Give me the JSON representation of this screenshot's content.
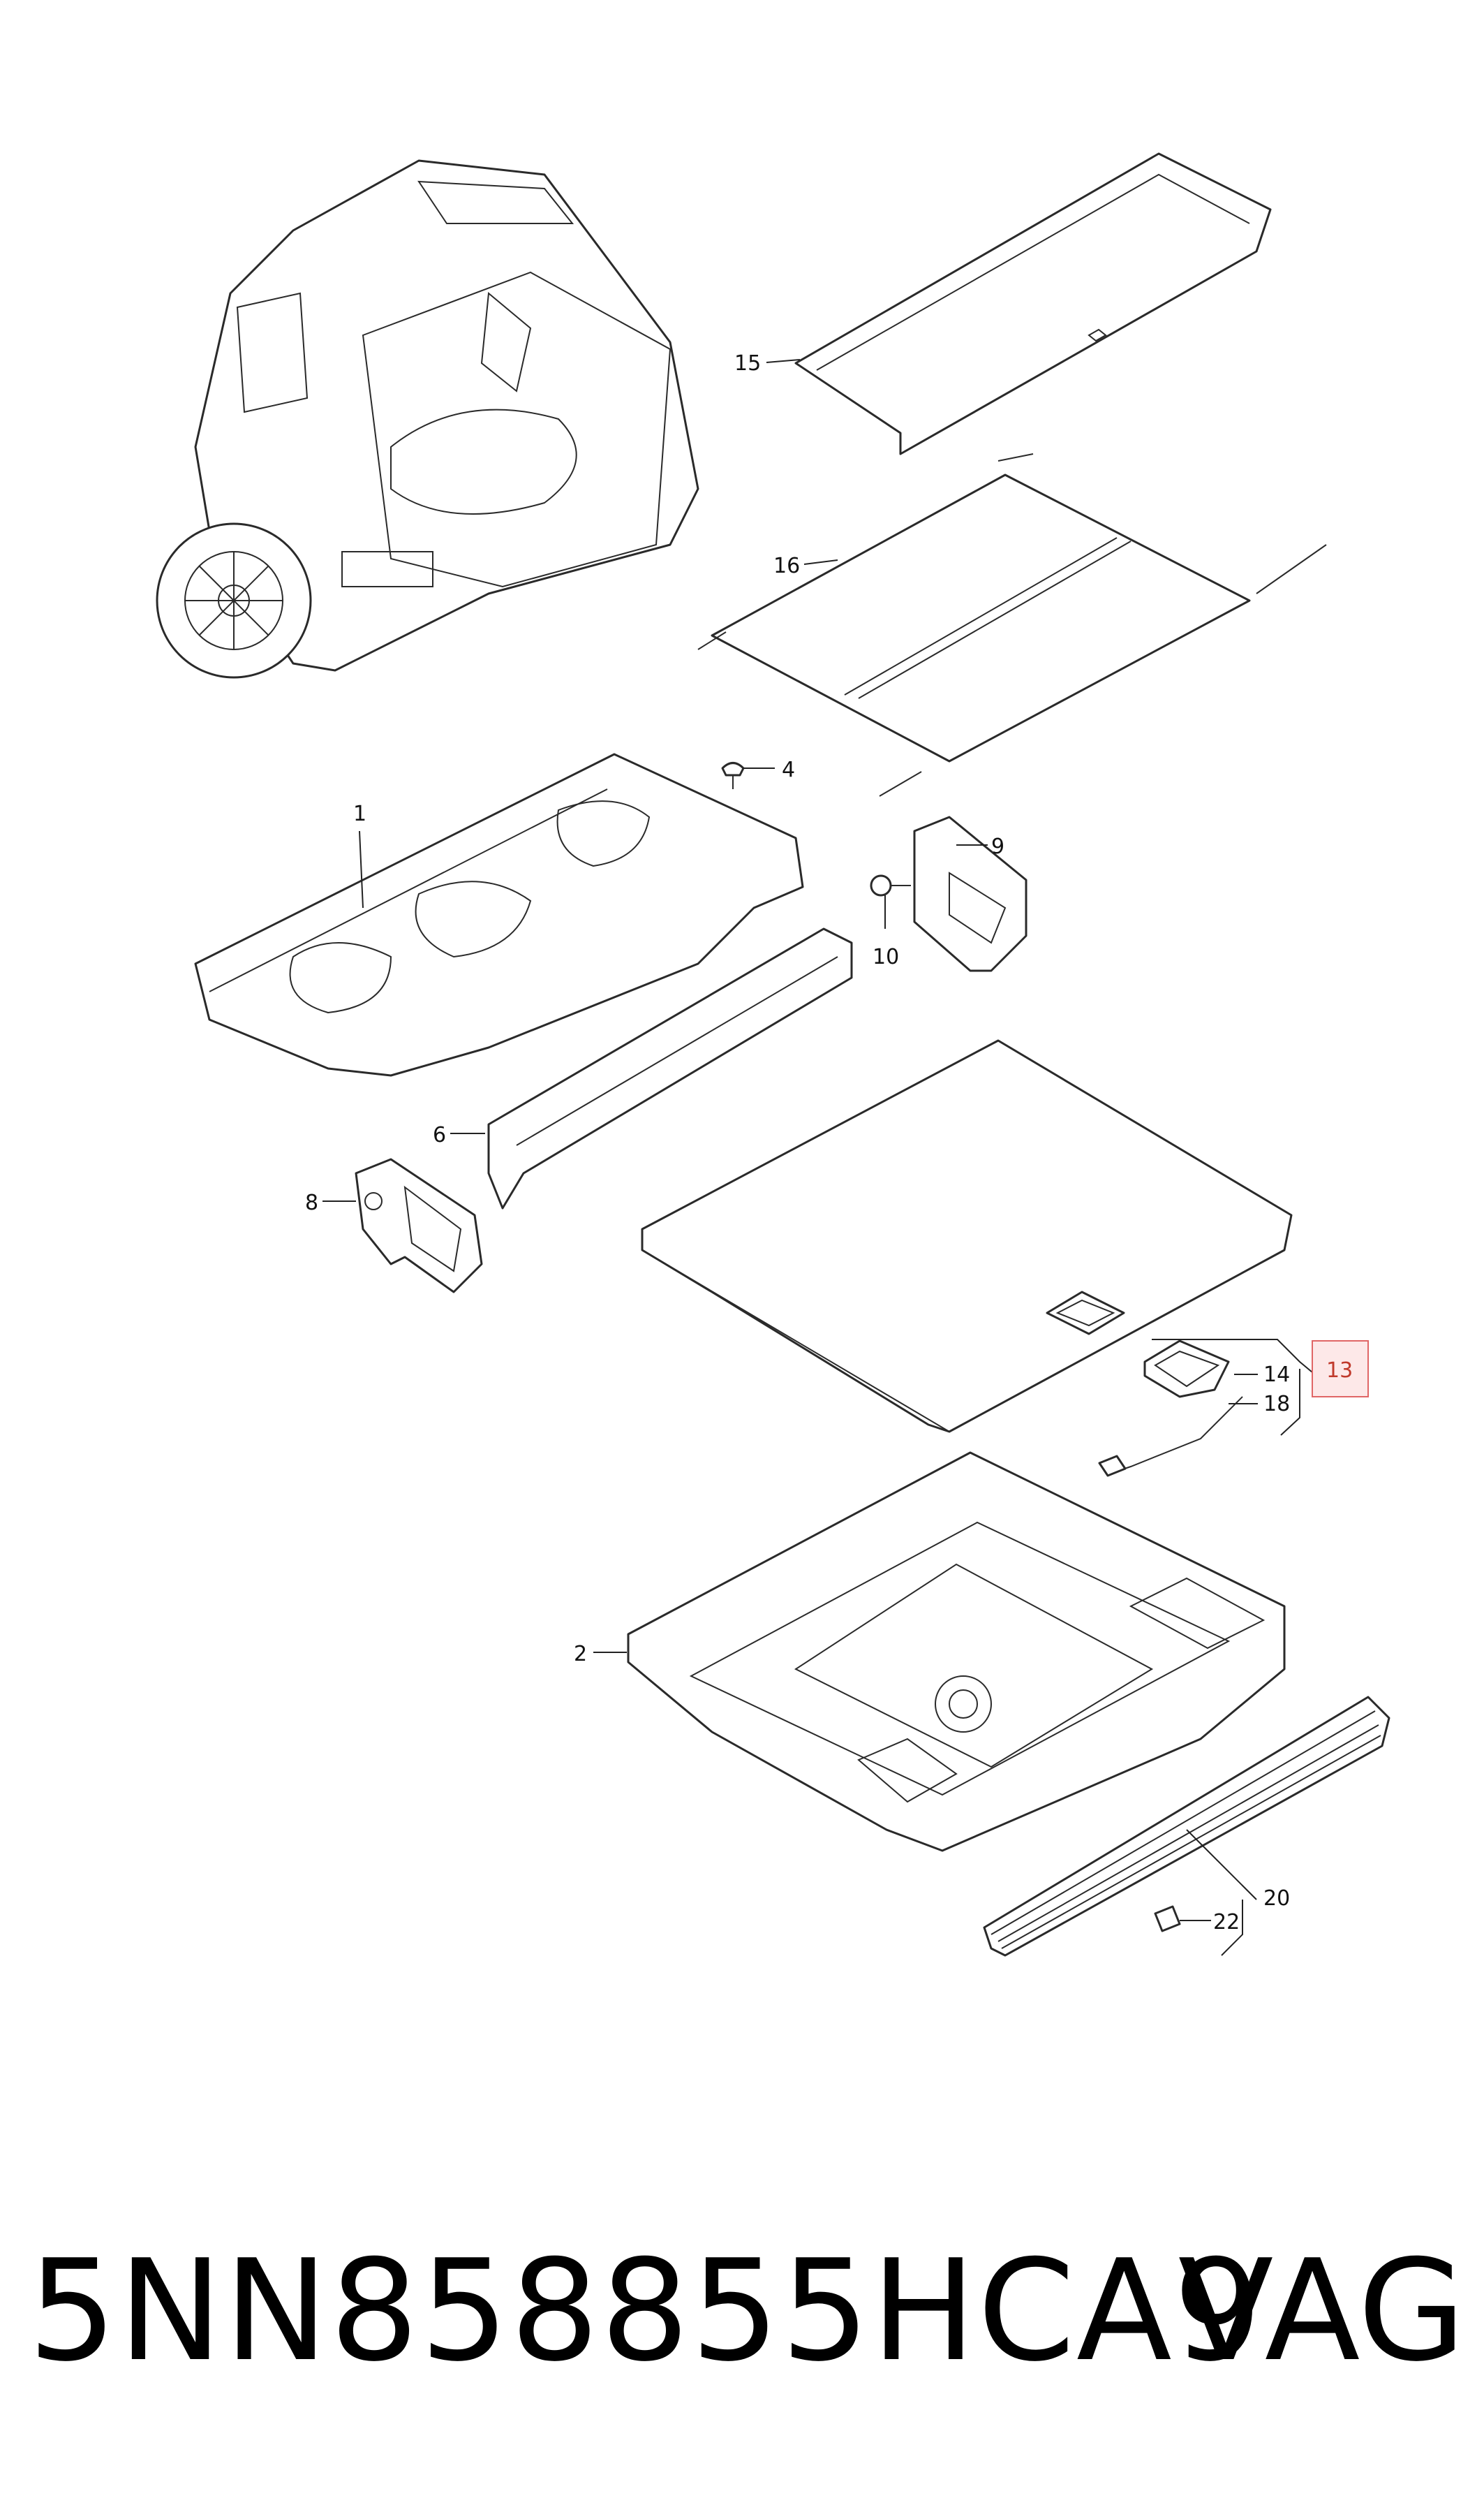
{
  "diagram": {
    "callouts": {
      "c1": "1",
      "c2": "2",
      "c4": "4",
      "c6": "6",
      "c8": "8",
      "c9": "9",
      "c10": "10",
      "c13": "13",
      "c14": "14",
      "c15": "15",
      "c16": "16",
      "c18": "18",
      "c20": "20",
      "c22": "22"
    },
    "highlight_color": "#e06666"
  },
  "footer": {
    "part_number": "5NN858855HCA9",
    "brand": "VAG"
  }
}
